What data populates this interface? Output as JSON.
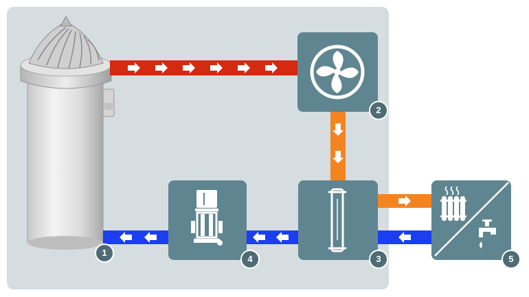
{
  "colors": {
    "panel_bg": "#d6dde1",
    "box_fill": "#5f8590",
    "hot_pipe": "#d42a10",
    "warm_pipe": "#f48420",
    "cold_pipe": "#1a3ef0",
    "badge_fill": "#4f6b74",
    "arrow": "#ffffff"
  },
  "icons": {
    "compressor": "turbo-compressor-image",
    "fan": "fan-icon",
    "heat_exchanger": "heat-exchanger-icon",
    "pump": "pump-icon",
    "consumer": "radiator-and-tap-icon"
  },
  "components": [
    {
      "id": "compressor",
      "badge": "1"
    },
    {
      "id": "fan-cooler",
      "badge": "2"
    },
    {
      "id": "heat-exchanger",
      "badge": "3"
    },
    {
      "id": "pump",
      "badge": "4"
    },
    {
      "id": "heat-consumer",
      "badge": "5"
    }
  ]
}
